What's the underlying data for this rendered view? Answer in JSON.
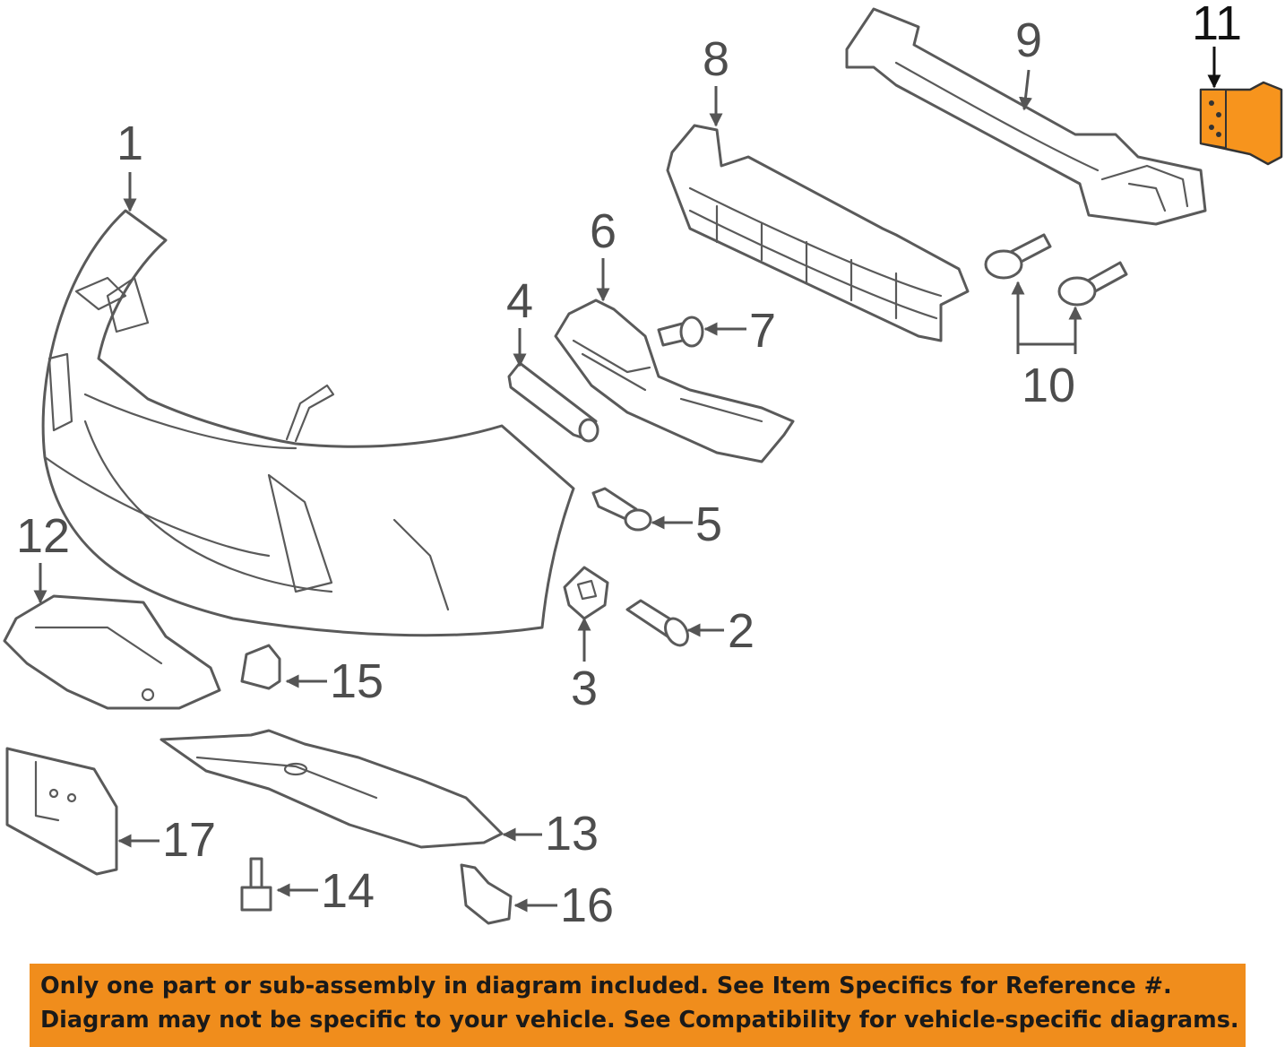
{
  "callouts": {
    "c1": "1",
    "c2": "2",
    "c3": "3",
    "c4": "4",
    "c5": "5",
    "c6": "6",
    "c7": "7",
    "c8": "8",
    "c9": "9",
    "c10": "10",
    "c11": "11",
    "c12": "12",
    "c13": "13",
    "c14": "14",
    "c15": "15",
    "c16": "16",
    "c17": "17"
  },
  "highlight_color": "#f7941d",
  "notice": {
    "line1": "Only one part or sub-assembly in diagram included. See Item Specifics for Reference #.",
    "line2": "Diagram may not be specific to your vehicle. See Compatibility for vehicle-specific diagrams."
  }
}
